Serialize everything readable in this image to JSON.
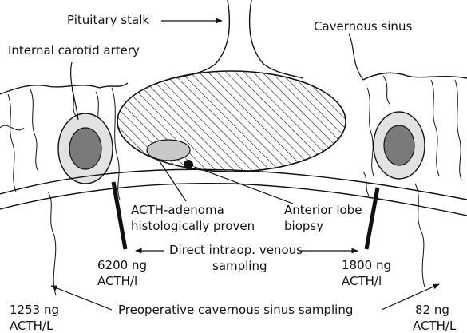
{
  "labels": {
    "pituitary_stalk": "Pituitary stalk",
    "cavernous_sinus": "Cavernous sinus",
    "internal_carotid_artery": "Internal carotid artery",
    "adenoma_line1": "ACTH-adenoma",
    "adenoma_line2": "histologically proven",
    "biopsy_line1": "Anterior lobe",
    "biopsy_line2": "biopsy",
    "direct_line1": "Direct intraop. venous",
    "direct_line2": "sampling",
    "left_intraop_value": "6200 ng",
    "left_intraop_unit": "ACTH/l",
    "right_intraop_value": "1800 ng",
    "right_intraop_unit": "ACTH/l",
    "preop_sampling": "Preoperative cavernous sinus sampling",
    "left_preop_value": "1253 ng",
    "left_preop_unit": "ACTH/L",
    "right_preop_value": "82 ng",
    "right_preop_unit": "ACTH/L"
  }
}
